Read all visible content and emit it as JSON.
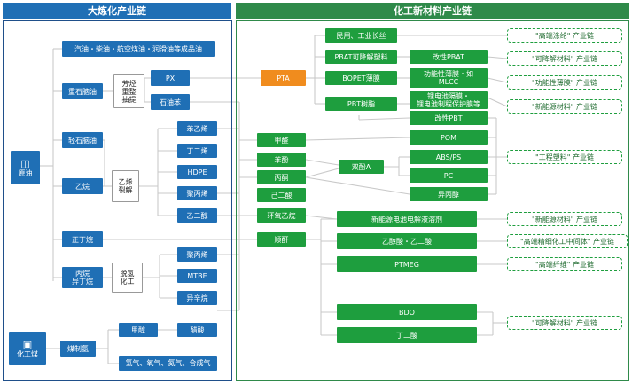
{
  "headers": {
    "left": "大炼化产业链",
    "right": "化工新材料产业链"
  },
  "colors": {
    "left_header": "#1f6fb5",
    "right_header": "#2f8a4a",
    "left_border": "#1f4f8a",
    "right_border": "#2f8a4a",
    "blue_node": "#1f6fb5",
    "green_node": "#1e9e3e",
    "orange_node": "#f08c1e",
    "connector": "#c9c9c9"
  },
  "sources": {
    "crude_oil": "原油",
    "chemical_coal": "化工煤"
  },
  "nodes": {
    "fuels": "汽油・柴油・航空煤油・润滑油等成品油",
    "heavy_naphtha": "重石脑油",
    "reforming": "芳烃\n重整\n抽提",
    "px": "PX",
    "pure_benzene": "石油苯",
    "light_naphtha": "轻石脑油",
    "ethane": "乙烷",
    "cracking": "乙烯\n裂解",
    "styrene": "苯乙烯",
    "butadiene": "丁二烯",
    "hdpe": "HDPE",
    "pp1": "聚丙烯",
    "meg1": "乙二醇",
    "n_butane": "正丁烷",
    "propane_isobutane": "丙烷\n异丁烷",
    "dehydro": "脱氢\n化工",
    "pp2": "聚丙烯",
    "mtbe": "MTBE",
    "isooctane": "异辛烷",
    "coal_gas": "煤制氢",
    "methanol": "甲醇",
    "acetic_acid": "醋酸",
    "gases": "氢气、氧气、氮气、合成气",
    "pta": "PTA",
    "civil_fiber": "民用、工业长丝",
    "pbat_resin": "PBAT可降解塑料",
    "bopet": "BOPET薄膜",
    "pbt_resin": "PBT树脂",
    "formaldehyde": "甲醛",
    "phenol": "苯酚",
    "acetone": "丙酮",
    "adipic_acid": "己二酸",
    "eo": "环氧乙烷",
    "maleic_anhydride": "顺酐",
    "bisphenol_a": "双酚A",
    "mod_pbat": "改性PBAT",
    "film_mlcc": "功能性薄膜・如\nMLCC",
    "battery_film": "锂电池隔膜・\n锂电池制程保护膜等",
    "mod_pbt": "改性PBT",
    "pom": "POM",
    "abs_ps": "ABS/PS",
    "pc": "PC",
    "isopropyl": "异丙醇",
    "electrolyte": "新能源电池电解液溶剂",
    "glycolic": "乙醇酸・乙二酸",
    "ptmeg": "PTMEG",
    "bdo": "BDO",
    "succinic": "丁二酸"
  },
  "chains": {
    "high_end_polyester": "\"高端涤纶\" 产业链",
    "degradable_1": "\"可降解材料\" 产业链",
    "functional_film": "\"功能性薄膜\" 产业链",
    "new_energy_1": "\"新能源材料\" 产业链",
    "engineering_plastic": "\"工程塑料\" 产业链",
    "new_energy_2": "\"新能源材料\" 产业链",
    "fine_chem": "\"高端精细化工中间体\" 产业链",
    "high_end_fiber": "\"高端纤维\" 产业链",
    "degradable_2": "\"可降解材料\" 产业链"
  }
}
